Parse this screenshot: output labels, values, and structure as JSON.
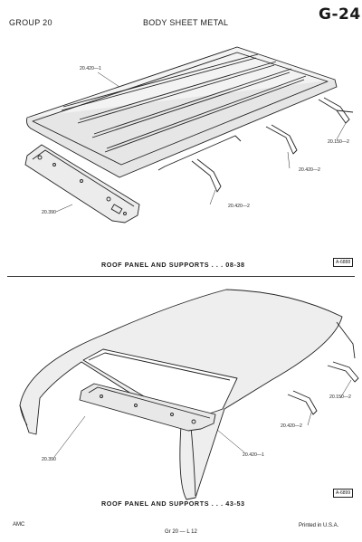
{
  "header": {
    "group": "GROUP 20",
    "section": "BODY SHEET METAL",
    "page": "G-24"
  },
  "figures": [
    {
      "caption": "ROOF PANEL AND SUPPORTS . . . 08-38",
      "ref": "A-6888",
      "callouts": [
        "20.420—1",
        "20.390",
        "20.420—2",
        "20.420—2",
        "20.150—2"
      ]
    },
    {
      "caption": "ROOF PANEL AND SUPPORTS . . . 43-53",
      "ref": "A-6899",
      "callouts": [
        "20.390",
        "20.420—1",
        "20.420—2",
        "20.150—2"
      ]
    }
  ],
  "footer": {
    "left": "AMC",
    "center": "Gr 20 — L 12",
    "right": "Printed in U.S.A."
  }
}
